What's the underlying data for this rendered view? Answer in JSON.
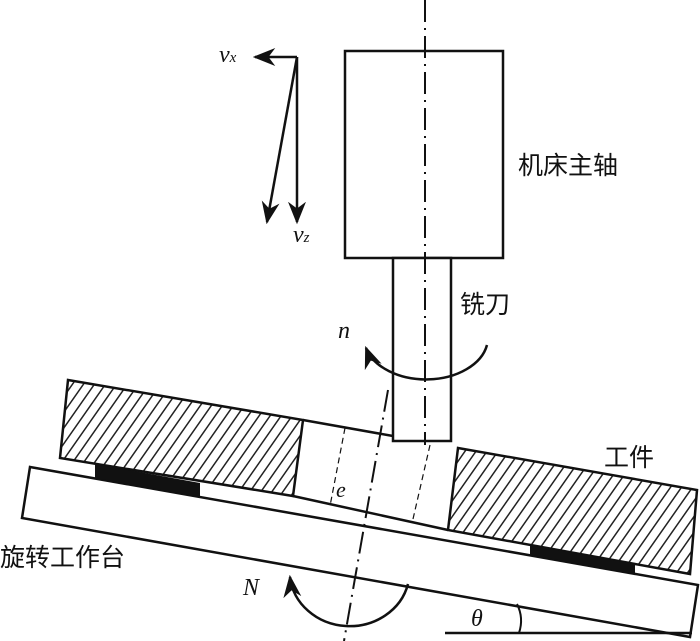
{
  "labels": {
    "spindle": "机床主轴",
    "cutter": "铣刀",
    "workpiece": "工件",
    "rotary_table": "旋转工作台",
    "cutter_speed": "n",
    "table_speed": "N",
    "eccentricity": "e",
    "tilt_angle": "θ",
    "vx_main": "v",
    "vx_sub": "x",
    "vz_main": "v",
    "vz_sub": "z"
  },
  "colors": {
    "stroke": "#111111",
    "pad": "#111111"
  }
}
